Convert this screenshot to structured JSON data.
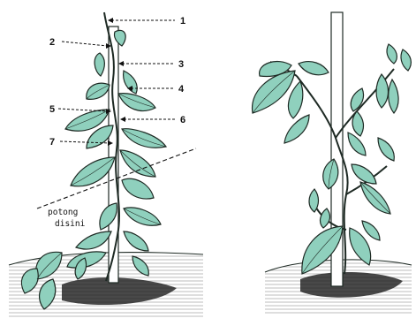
{
  "colors": {
    "leaf": "#8fd0bd",
    "leaf_shade": "#6fb9a5",
    "ink": "#1e2a24",
    "stake": "#ffffff",
    "background": "#ffffff"
  },
  "left_plant": {
    "callouts": [
      {
        "number": "1"
      },
      {
        "number": "2"
      },
      {
        "number": "3"
      },
      {
        "number": "4"
      },
      {
        "number": "5"
      },
      {
        "number": "6"
      },
      {
        "number": "7"
      }
    ],
    "cut_label_line1": "potong",
    "cut_label_line2": "disini"
  }
}
